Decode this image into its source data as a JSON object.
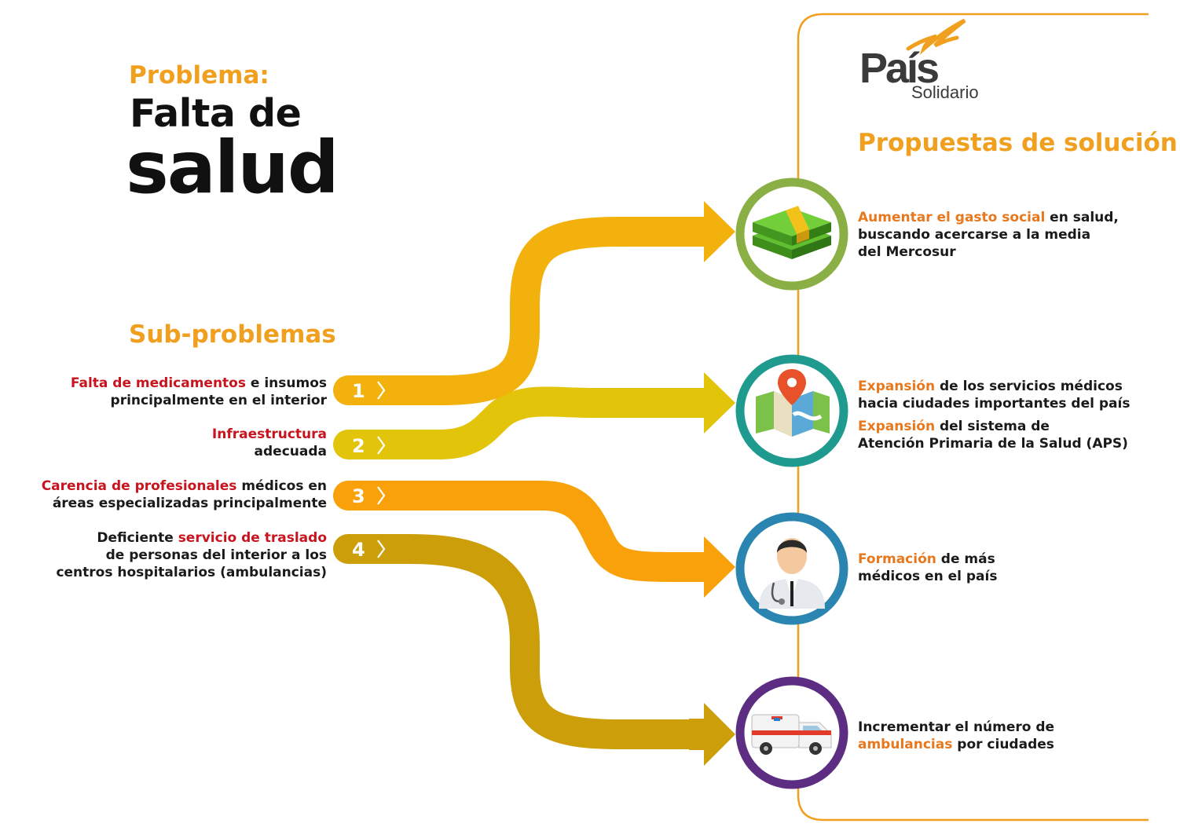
{
  "header": {
    "problema": "Problema:",
    "falta": "Falta de",
    "salud": "salud",
    "subproblemas": "Sub-problemas",
    "propuestas": "Propuestas de solución"
  },
  "logo": {
    "line1": "País",
    "line2": "Solidario"
  },
  "subproblems": [
    {
      "number": "1",
      "highlight": "Falta de medicamentos",
      "rest1": " e insumos",
      "line2": "principalmente en el interior",
      "color": "#f2b10c"
    },
    {
      "number": "2",
      "highlight": "Infraestructura",
      "line2": "adecuada",
      "color": "#e2c40a"
    },
    {
      "number": "3",
      "highlight": "Carencia de profesionales",
      "rest1": " médicos en",
      "line2": "áreas especializadas principalmente",
      "color": "#f9a10a"
    },
    {
      "number": "4",
      "pre1": "Deficiente ",
      "highlight": "servicio de traslado",
      "line2": "de personas del interior a los",
      "line3": "centros hospitalarios (ambulancias)",
      "color": "#cc9e0a"
    }
  ],
  "solutions": [
    {
      "icon": "money-icon",
      "ring_color": "#8ab045",
      "hl1": "Aumentar el gasto social",
      "t1": " en salud,",
      "t2": "buscando acercarse a la media",
      "t3": "del Mercosur"
    },
    {
      "icon": "map-icon",
      "ring_color": "#1e9a8e",
      "a_hl": "Expansión",
      "a_t1": " de los servicios médicos",
      "a_t2": "hacia ciudades importantes del país",
      "b_hl": "Expansión",
      "b_t1": " del sistema de",
      "b_t2": "Atención Primaria de la Salud (APS)"
    },
    {
      "icon": "doctor-icon",
      "ring_color": "#2a86b0",
      "hl1": "Formación",
      "t1": " de más",
      "t2": "médicos en el país"
    },
    {
      "icon": "ambulance-icon",
      "ring_color": "#5c2d82",
      "t1": "Incrementar el número de",
      "hl2": "ambulancias",
      "t2": " por ciudades"
    }
  ],
  "colors": {
    "accent": "#f0a01e",
    "highlight_red": "#c8141e",
    "highlight_orange": "#e8781e",
    "line": "#f0a01e"
  }
}
